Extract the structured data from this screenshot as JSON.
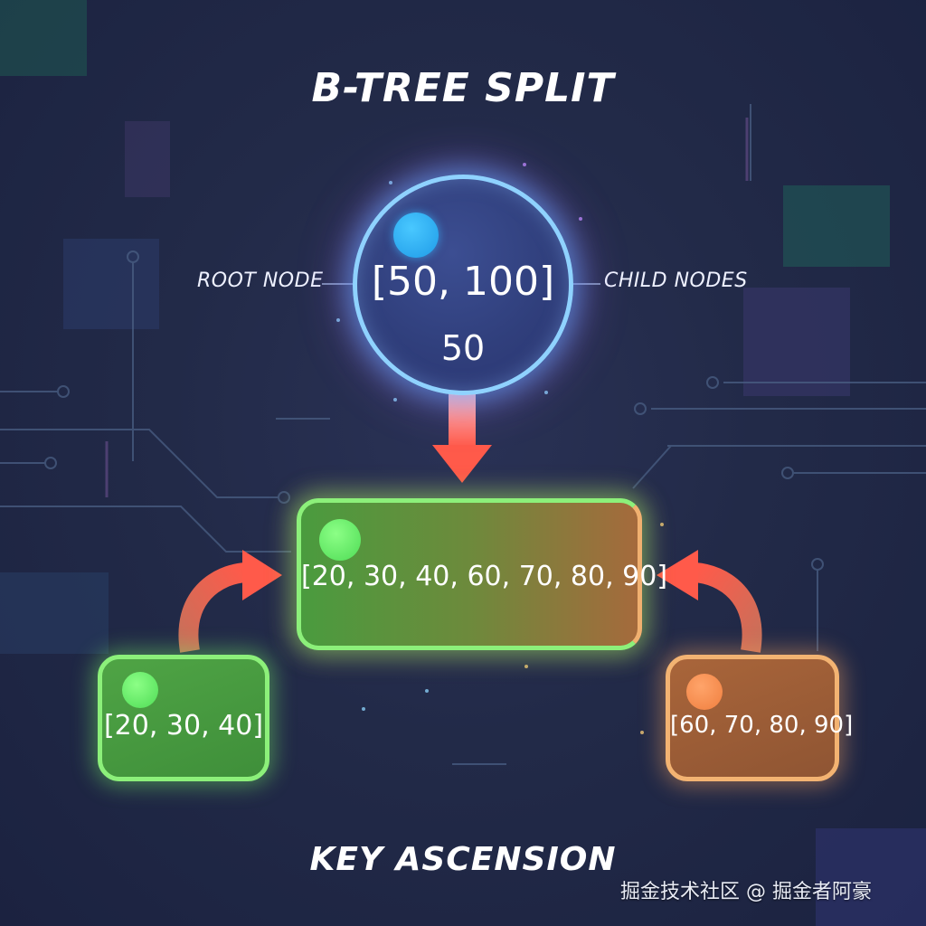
{
  "diagram": {
    "title": "B-TREE SPLIT",
    "caption": "KEY ASCENSION",
    "labels": {
      "left": "ROOT NODE",
      "right": "CHILD NODES"
    },
    "root_node": {
      "keys": "[50, 100]",
      "promoted_key": "50"
    },
    "merged_node": {
      "keys": "[20, 30, 40, 60, 70, 80, 90]"
    },
    "left_child": {
      "keys": "[20, 30, 40]"
    },
    "right_child": {
      "keys": "[60, 70, 80, 90]"
    }
  },
  "colors": {
    "background": "#1f2742",
    "root_border": "#8fd2ff",
    "green_accent": "#8cf07a",
    "orange_accent": "#f3b372",
    "arrow": "#ff6a5a"
  },
  "watermark": "掘金技术社区 @ 掘金者阿豪"
}
